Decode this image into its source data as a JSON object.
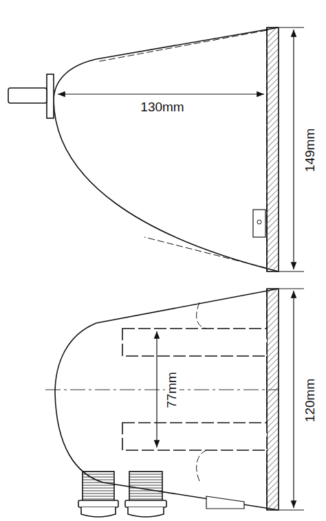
{
  "diagram": {
    "labels": [
      "130mm",
      "149mm",
      "77mm",
      "120mm"
    ]
  }
}
